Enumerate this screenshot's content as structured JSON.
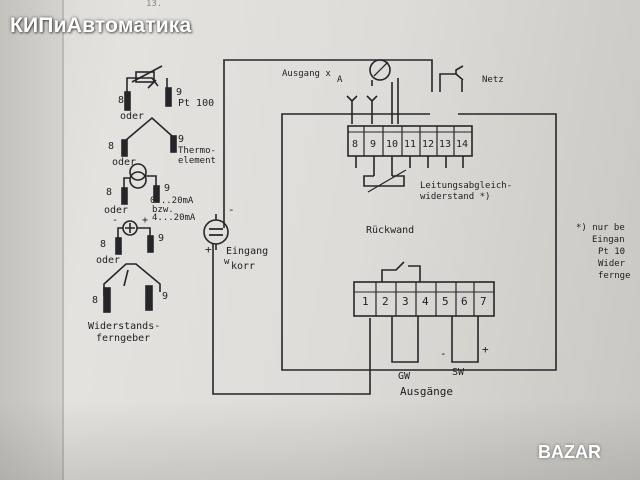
{
  "watermark": {
    "text": "КИПиАвтоматика"
  },
  "badge": {
    "text": "BAZAR"
  },
  "sensors": {
    "pt100": {
      "pin_a": "8",
      "pin_b": "9",
      "name": "Pt 100"
    },
    "oder_1": "oder",
    "thermo": {
      "pin_a": "8",
      "pin_b": "9",
      "name_line1": "Thermo-",
      "name_line2": "element"
    },
    "oder_2": "oder",
    "current": {
      "pin_a": "8",
      "pin_b": "9",
      "range_line1": "0...20mA",
      "range_line2": "bzw.",
      "range_line3": "4...20mA"
    },
    "oder_3": "oder",
    "source": {
      "pin_a": "8",
      "pin_b": "9",
      "minus": "-",
      "plus": "+"
    },
    "oder_4": "oder",
    "resistor": {
      "pin_a": "8",
      "pin_b": "9",
      "name_line1": "Widerstands-",
      "name_line2": "ferngeber"
    }
  },
  "input": {
    "minus": "-",
    "plus": "+",
    "label_line1": "Eingang",
    "label_line2": "korr",
    "label_sub": "w"
  },
  "output_xa": {
    "label": "Ausgang x",
    "sub": "A"
  },
  "netz": "Netz",
  "upper_terminals": [
    "8",
    "9",
    "10",
    "11",
    "12",
    "13",
    "14"
  ],
  "leitung": {
    "line1": "Leitungsabgleich-",
    "line2": "widerstand *)"
  },
  "rueckwand": "Rückwand",
  "lower_terminals": [
    "1",
    "2",
    "3",
    "4",
    "5",
    "6",
    "7"
  ],
  "outputs": {
    "gw": "GW",
    "sw": "SW",
    "minus": "-",
    "plus": "+",
    "label": "Ausgänge"
  },
  "footnote": {
    "line1": "*) nur be",
    "line2": "Eingan",
    "line3": "Pt 10",
    "line4": "Wider",
    "line5": "fernge"
  },
  "page_number": "13."
}
